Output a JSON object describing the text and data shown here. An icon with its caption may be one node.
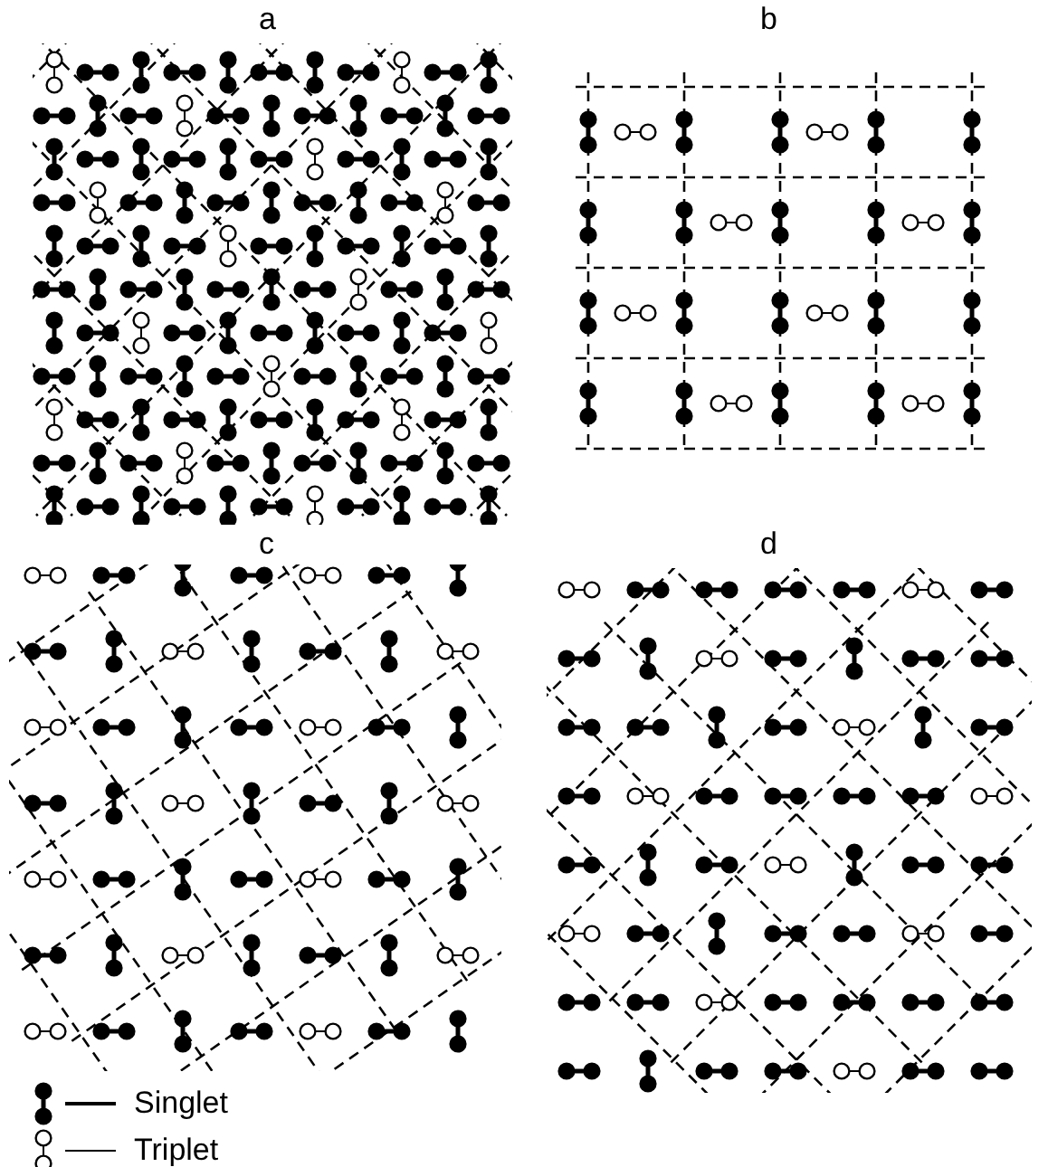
{
  "diagram": {
    "labels": [
      "a",
      "b",
      "c",
      "d"
    ],
    "legend": [
      {
        "text": "Singlet"
      },
      {
        "text": "Triplet"
      }
    ]
  }
}
